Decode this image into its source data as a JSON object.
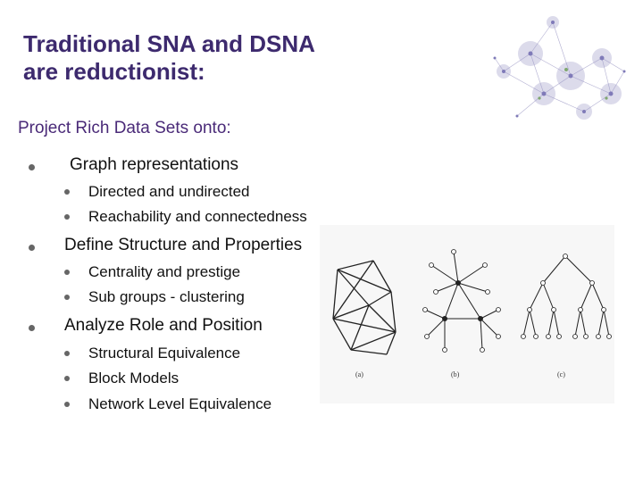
{
  "title": {
    "line1": "Traditional SNA and DSNA",
    "line2": "are reductionist:"
  },
  "subtitle": "Project Rich Data Sets onto:",
  "bullets": [
    {
      "label": "Graph representations",
      "sub": [
        "Directed and undirected",
        "Reachability and connectedness"
      ]
    },
    {
      "label": "Define Structure and Properties",
      "sub": [
        "Centrality and prestige",
        "Sub groups  - clustering"
      ]
    },
    {
      "label": "Analyze Role and Position",
      "sub": [
        "Structural Equivalence",
        "Block Models",
        "Network Level Equivalence"
      ]
    }
  ],
  "figure_labels": [
    "(a)",
    "(b)",
    "(c)"
  ],
  "colors": {
    "title": "#3d2a6e",
    "subtitle": "#4a2a78",
    "bullet_dot": "#666666"
  }
}
